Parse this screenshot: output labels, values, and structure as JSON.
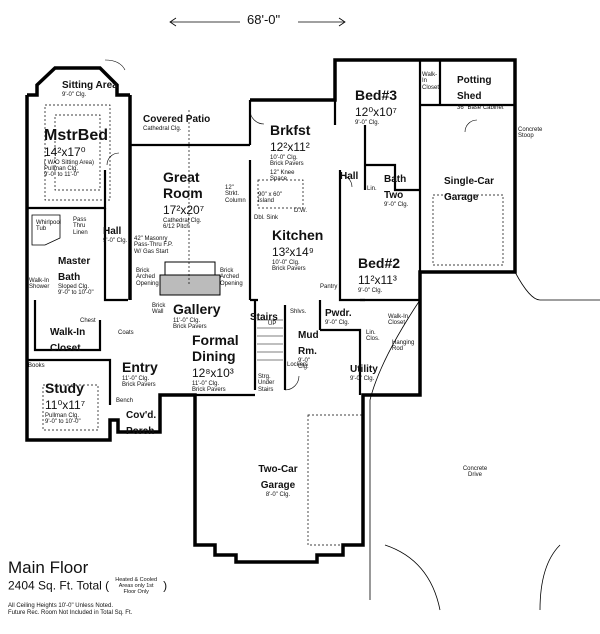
{
  "overall_dimension": "68'-0\"",
  "rooms": [
    {
      "id": "sitting",
      "name": "Sitting Area",
      "notes": [
        "9'-0\" Clg."
      ]
    },
    {
      "id": "mstrbed",
      "name": "MstrBed",
      "size": "14²x17⁰",
      "notes": [
        "( W/O Sitting Area)",
        "Pullman Clg.",
        "9'-0\" to 11'-0\""
      ]
    },
    {
      "id": "patio",
      "name": "Covered Patio",
      "notes": [
        "Cathedral Clg."
      ]
    },
    {
      "id": "great",
      "name": "Great Room",
      "size": "17²x20⁷",
      "notes": [
        "Cathedral Clg.",
        "6/12 Pitch"
      ]
    },
    {
      "id": "brkfst",
      "name": "Brkfst",
      "size": "12²x11²",
      "notes": [
        "10'-0\" Clg.",
        "Brick Pavers"
      ]
    },
    {
      "id": "kitchen",
      "name": "Kitchen",
      "size": "13²x14⁹",
      "notes": [
        "10'-0\" Clg.",
        "Brick Pavers"
      ]
    },
    {
      "id": "bed3",
      "name": "Bed#3",
      "size": "12⁰x10⁷",
      "notes": [
        "9'-0\" Clg."
      ]
    },
    {
      "id": "potting",
      "name": "Potting Shed",
      "notes": [
        "36\" Base Cabinet"
      ]
    },
    {
      "id": "bathtwo",
      "name": "Bath Two",
      "notes": [
        "9'-0\" Clg."
      ]
    },
    {
      "id": "hall2",
      "name": "Hall",
      "notes": []
    },
    {
      "id": "single",
      "name": "Single-Car Garage",
      "notes": []
    },
    {
      "id": "bed2",
      "name": "Bed#2",
      "size": "11²x11³",
      "notes": [
        "9'-0\" Clg."
      ]
    },
    {
      "id": "hall1",
      "name": "Hall",
      "notes": [
        "9'-0\" Clg."
      ]
    },
    {
      "id": "mbath",
      "name": "Master Bath",
      "notes": [
        "Sloped Clg.",
        "9'-0\" to 10'-0\""
      ]
    },
    {
      "id": "wic",
      "name": "Walk-In Closet",
      "notes": []
    },
    {
      "id": "gallery",
      "name": "Gallery",
      "notes": [
        "11'-0\" Clg.",
        "Brick Pavers"
      ]
    },
    {
      "id": "dining",
      "name": "Formal Dining",
      "size": "12⁸x10³",
      "notes": [
        "11'-0\" Clg.",
        "Brick Pavers"
      ]
    },
    {
      "id": "entry",
      "name": "Entry",
      "notes": [
        "11'-0\" Clg.",
        "Brick Pavers"
      ]
    },
    {
      "id": "study",
      "name": "Study",
      "size": "11⁰x11⁷",
      "notes": [
        "Pullman Clg.",
        "9'-0\" to 10'-0\""
      ]
    },
    {
      "id": "porch",
      "name": "Cov'd. Porch",
      "notes": []
    },
    {
      "id": "stairs",
      "name": "Stairs",
      "notes": []
    },
    {
      "id": "mud",
      "name": "Mud Rm.",
      "notes": [
        "9'-0\" Clg."
      ]
    },
    {
      "id": "pwdr",
      "name": "Pwdr.",
      "notes": [
        "9'-0\" Clg."
      ]
    },
    {
      "id": "utility",
      "name": "Utility",
      "notes": [
        "9'-0\" Clg."
      ]
    },
    {
      "id": "twocar",
      "name": "Two-Car Garage",
      "notes": [
        "8'-0\" Clg."
      ]
    }
  ],
  "callouts": {
    "whirlpool": "Whirlpool Tub",
    "linen": "Pass Thru Linen",
    "shower": "Walk-In Shower",
    "chest": "Chest",
    "coats": "Coats",
    "books": "Books",
    "bench": "Bench",
    "fireplace": "42\" Masonry Pass-Thru F.P. W/ Gas Start",
    "arch1": "Brick Arched Opening",
    "arch2": "Brick Arched Opening",
    "brickwall": "Brick Wall",
    "column": "12\" Strkt. Column",
    "knee": "12\" Knee Space",
    "island": "90\" x 60\" Island",
    "sink": "Dbl. Sink",
    "dw": "D.W.",
    "pantry": "Pantry",
    "walkin3": "Walk-In Closet",
    "stoop": "Concrete Stoop",
    "lin": "Lin.",
    "shlvs": "Shlvs.",
    "up": "UP",
    "lockers": "Lockers",
    "strg": "Strg. Under Stairs",
    "lincl": "Lin. Clos.",
    "walkin2": "Walk-In Closet",
    "rod": "Hanging Rod",
    "drive": "Concrete Drive"
  },
  "footer": {
    "title": "Main Floor",
    "total": "2404 Sq. Ft. Total (",
    "total_close": ")",
    "total_note": "Heated & Cooled Areas only 1st Floor Only",
    "notes": [
      "All Ceiling Heights 10'-0\" Unless Noted.",
      "Future Rec. Room Not Included in Total Sq. Ft."
    ]
  }
}
